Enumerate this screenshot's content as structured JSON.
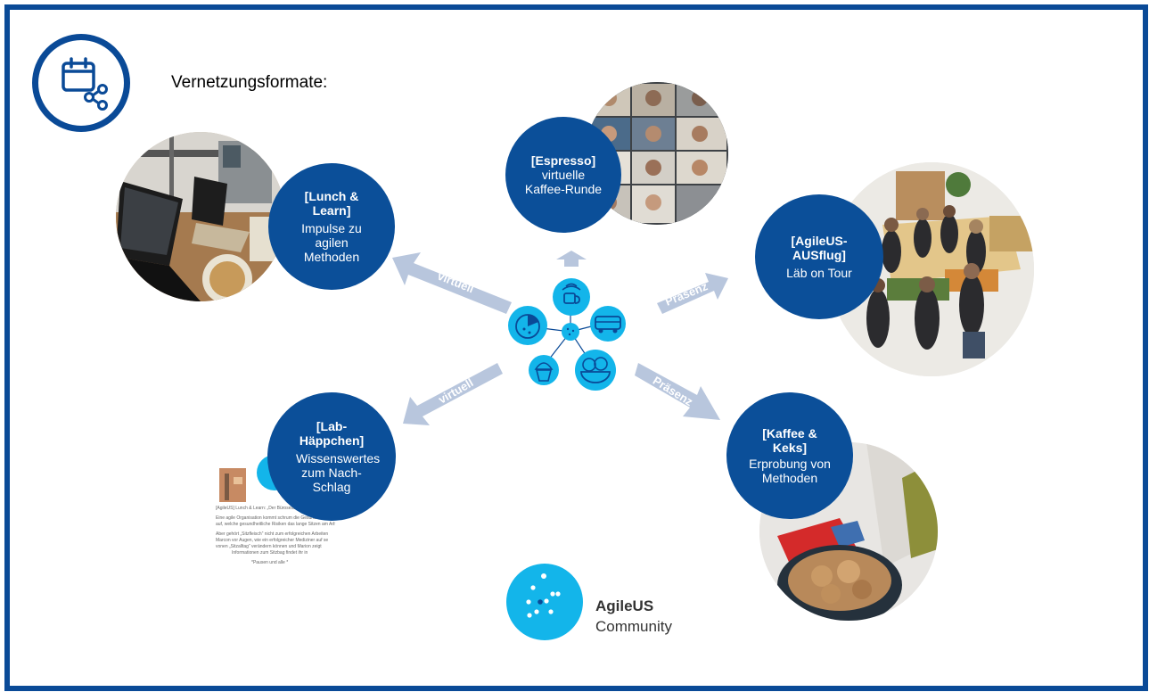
{
  "title": "Vernetzungsformate:",
  "colors": {
    "frame": "#0a4a97",
    "bubble": "#0b4f99",
    "accent": "#13b5ea",
    "arrow": "#b8c6dd"
  },
  "formats": {
    "lunch": {
      "title": "[Lunch & Learn]",
      "desc": "Impulse zu agilen Methoden"
    },
    "espresso": {
      "title": "[Espresso]",
      "desc": "virtuelle Kaffee-Runde"
    },
    "ausflug": {
      "title": "[AgileUS-AUSflug]",
      "desc": "Läb on Tour"
    },
    "lab": {
      "title": "[Lab-Häppchen]",
      "desc": "Wissenswertes zum Nach-Schlag"
    },
    "kaffee": {
      "title": "[Kaffee & Keks]",
      "desc": "Erprobung von Methoden"
    }
  },
  "arrows": {
    "upper_left": "virtuell",
    "lower_left": "virtuell",
    "upper_right": "Präsenz",
    "lower_right": "Präsenz"
  },
  "brand": {
    "name": "AgileUS",
    "sub": "Community"
  },
  "icons": [
    "calendar-network-icon",
    "coffee-icon",
    "bus-icon",
    "pie-icon",
    "cupcake-icon",
    "cookie-bowl-icon"
  ],
  "doc_snippet": {
    "line1": "[AgileUS] Lunch & Learn: „Der Bürosessel ist...",
    "line2": "Eine agile Organisation kommt schrum die Gesundheit",
    "line3": "auf, welche gesundheitliche Risiken das lange Sitzen am Arb",
    "line4": "Aber gehört „Sitzfleisch“ nicht zum erfolgreichen Arbeiten",
    "line5": "Marcon vor Augen, wie ein erfolgreicher Mediziner auf se",
    "line6": "vonen „Sitzalltag“ verändern können und Marion zeigt",
    "line7": "Informationen zum Sitzbag findet ihr in",
    "line8": "*Pausen und alle *"
  }
}
